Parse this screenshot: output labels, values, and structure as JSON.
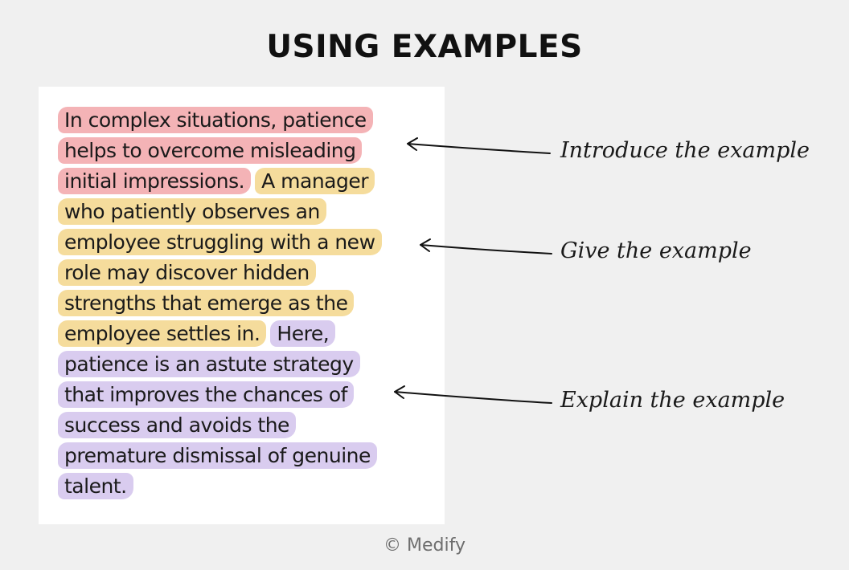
{
  "title": "USING EXAMPLES",
  "colors": {
    "introduce": "#f4b3b6",
    "give": "#f5dc9c",
    "explain": "#d9ccef"
  },
  "paragraph_lines": [
    [
      {
        "text": "In complex situations, patience",
        "role": "introduce"
      }
    ],
    [
      {
        "text": "helps to overcome misleading",
        "role": "introduce"
      }
    ],
    [
      {
        "text": "initial impressions.",
        "role": "introduce"
      },
      {
        "text": "A manager",
        "role": "give"
      }
    ],
    [
      {
        "text": "who patiently observes an",
        "role": "give"
      }
    ],
    [
      {
        "text": "employee struggling with a new",
        "role": "give"
      }
    ],
    [
      {
        "text": "role may discover hidden",
        "role": "give"
      }
    ],
    [
      {
        "text": "strengths that emerge as the",
        "role": "give"
      }
    ],
    [
      {
        "text": "employee settles in.",
        "role": "give"
      },
      {
        "text": "Here,",
        "role": "explain"
      }
    ],
    [
      {
        "text": "patience is an astute strategy",
        "role": "explain"
      }
    ],
    [
      {
        "text": "that improves the chances of",
        "role": "explain"
      }
    ],
    [
      {
        "text": "success and avoids the",
        "role": "explain"
      }
    ],
    [
      {
        "text": "premature dismissal of genuine",
        "role": "explain"
      }
    ],
    [
      {
        "text": "talent.",
        "role": "explain"
      }
    ]
  ],
  "annotations": {
    "introduce": "Introduce the example",
    "give": "Give the example",
    "explain": "Explain the example"
  },
  "copyright": "© Medify"
}
